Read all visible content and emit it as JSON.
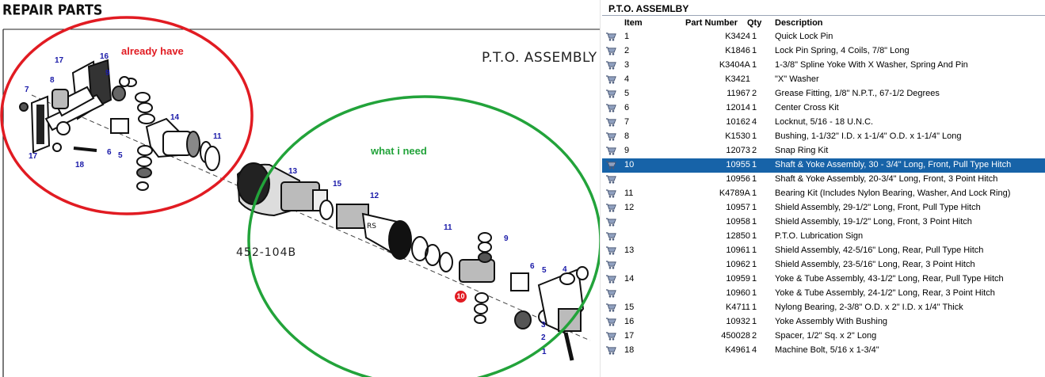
{
  "diagram": {
    "header": "REPAIR PARTS",
    "assembly_title": "P.T.O. ASSEMBLY",
    "drawing_number": "452-104B",
    "notes": {
      "already_have": "already have",
      "what_i_need": "what i need"
    },
    "colors": {
      "red_circle": "#e11b22",
      "green_circle": "#22a33a",
      "callout": "#1a1aa8"
    },
    "callouts": {
      "c17a": "17",
      "c16": "16",
      "c7": "7",
      "c8": "8",
      "c9a": "9",
      "c14": "14",
      "c6a": "6",
      "c5a": "5",
      "c11a": "11",
      "c17b": "17",
      "c18": "18",
      "c13": "13",
      "c15": "15",
      "c12": "12",
      "c11b": "11",
      "c9b": "9",
      "c6b": "6",
      "c5b": "5",
      "c4": "4",
      "c10": "10",
      "c3": "3",
      "c2": "2",
      "c1": "1"
    }
  },
  "parts_list": {
    "title": "P.T.O. ASSEMLBY",
    "columns": {
      "item": "Item",
      "part_number": "Part Number",
      "qty": "Qty",
      "description": "Description"
    },
    "row_icon": "cart-icon",
    "selected_color": "#1763a8",
    "rows": [
      {
        "item": "1",
        "part_number": "K3424",
        "qty": "1",
        "description": "Quick Lock Pin"
      },
      {
        "item": "2",
        "part_number": "K1846",
        "qty": "1",
        "description": "Lock Pin Spring, 4 Coils, 7/8\" Long"
      },
      {
        "item": "3",
        "part_number": "K3404A",
        "qty": "1",
        "description": "1-3/8\" Spline Yoke With X Washer, Spring And Pin"
      },
      {
        "item": "4",
        "part_number": "K3421",
        "qty": "",
        "description": "\"X\" Washer"
      },
      {
        "item": "5",
        "part_number": "11967",
        "qty": "2",
        "description": "Grease Fitting, 1/8\" N.P.T., 67-1/2 Degrees"
      },
      {
        "item": "6",
        "part_number": "12014",
        "qty": "1",
        "description": "Center Cross Kit"
      },
      {
        "item": "7",
        "part_number": "10162",
        "qty": "4",
        "description": "Locknut, 5/16 - 18 U.N.C."
      },
      {
        "item": "8",
        "part_number": "K1530",
        "qty": "1",
        "description": "Bushing, 1-1/32\" I.D. x 1-1/4\" O.D. x 1-1/4\" Long"
      },
      {
        "item": "9",
        "part_number": "12073",
        "qty": "2",
        "description": "Snap Ring Kit"
      },
      {
        "item": "10",
        "part_number": "10955",
        "qty": "1",
        "description": "Shaft & Yoke Assembly, 30 - 3/4\" Long, Front, Pull Type Hitch",
        "selected": true
      },
      {
        "item": "",
        "part_number": "10956",
        "qty": "1",
        "description": "Shaft & Yoke Assembly, 20-3/4\" Long, Front, 3 Point Hitch"
      },
      {
        "item": "11",
        "part_number": "K4789A",
        "qty": "1",
        "description": "Bearing Kit (Includes Nylon Bearing, Washer, And Lock Ring)"
      },
      {
        "item": "12",
        "part_number": "10957",
        "qty": "1",
        "description": "Shield Assembly, 29-1/2\" Long, Front, Pull Type Hitch"
      },
      {
        "item": "",
        "part_number": "10958",
        "qty": "1",
        "description": "Shield Assembly, 19-1/2\" Long, Front, 3 Point Hitch"
      },
      {
        "item": "",
        "part_number": "12850",
        "qty": "1",
        "description": "P.T.O. Lubrication Sign"
      },
      {
        "item": "13",
        "part_number": "10961",
        "qty": "1",
        "description": "Shield Assembly, 42-5/16\" Long, Rear, Pull Type Hitch"
      },
      {
        "item": "",
        "part_number": "10962",
        "qty": "1",
        "description": "Shield Assembly, 23-5/16\" Long, Rear, 3 Point Hitch"
      },
      {
        "item": "14",
        "part_number": "10959",
        "qty": "1",
        "description": "Yoke & Tube Assembly, 43-1/2\" Long, Rear, Pull Type Hitch"
      },
      {
        "item": "",
        "part_number": "10960",
        "qty": "1",
        "description": "Yoke & Tube Assembly, 24-1/2\" Long, Rear, 3 Point Hitch"
      },
      {
        "item": "15",
        "part_number": "K4711",
        "qty": "1",
        "description": "Nylong Bearing, 2-3/8\" O.D. x 2\" I.D. x 1/4\" Thick"
      },
      {
        "item": "16",
        "part_number": "10932",
        "qty": "1",
        "description": "Yoke Assembly With Bushing"
      },
      {
        "item": "17",
        "part_number": "450028",
        "qty": "2",
        "description": "Spacer, 1/2\" Sq. x 2\" Long"
      },
      {
        "item": "18",
        "part_number": "K4961",
        "qty": "4",
        "description": "Machine Bolt, 5/16 x 1-3/4\""
      }
    ]
  }
}
